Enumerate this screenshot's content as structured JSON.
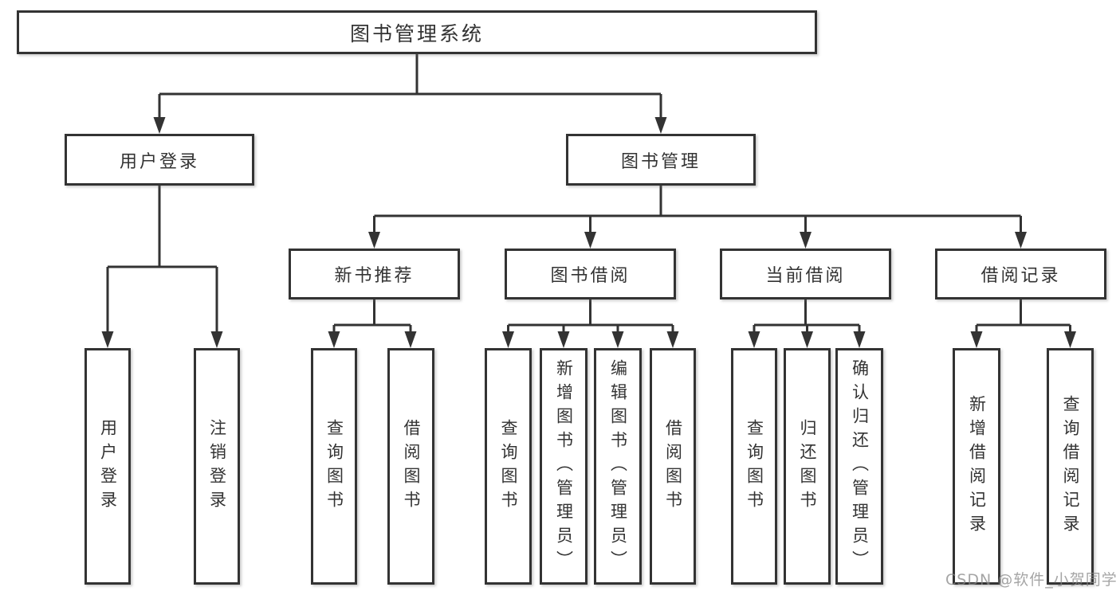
{
  "diagram": {
    "root": {
      "label": "图书管理系统"
    },
    "level2": [
      {
        "label": "用户登录"
      },
      {
        "label": "图书管理"
      }
    ],
    "level3": [
      {
        "label": "新书推荐"
      },
      {
        "label": "图书借阅"
      },
      {
        "label": "当前借阅"
      },
      {
        "label": "借阅记录"
      }
    ],
    "leaves": [
      {
        "parent": "用户登录",
        "label": "用户登录"
      },
      {
        "parent": "用户登录",
        "label": "注销登录"
      },
      {
        "parent": "新书推荐",
        "label": "查询图书"
      },
      {
        "parent": "新书推荐",
        "label": "借阅图书"
      },
      {
        "parent": "图书借阅",
        "label": "查询图书"
      },
      {
        "parent": "图书借阅",
        "label": "新增图书（管理员）"
      },
      {
        "parent": "图书借阅",
        "label": "编辑图书（管理员）"
      },
      {
        "parent": "图书借阅",
        "label": "借阅图书"
      },
      {
        "parent": "当前借阅",
        "label": "查询图书"
      },
      {
        "parent": "当前借阅",
        "label": "归还图书"
      },
      {
        "parent": "当前借阅",
        "label": "确认归还（管理员）"
      },
      {
        "parent": "借阅记录",
        "label": "新增借阅记录"
      },
      {
        "parent": "借阅记录",
        "label": "查询借阅记录"
      }
    ]
  },
  "watermark": {
    "text": "CSDN @软件_小贺同学"
  },
  "colors": {
    "line": "#333333",
    "text": "#333333",
    "background": "#ffffff",
    "watermark": "#878787"
  }
}
